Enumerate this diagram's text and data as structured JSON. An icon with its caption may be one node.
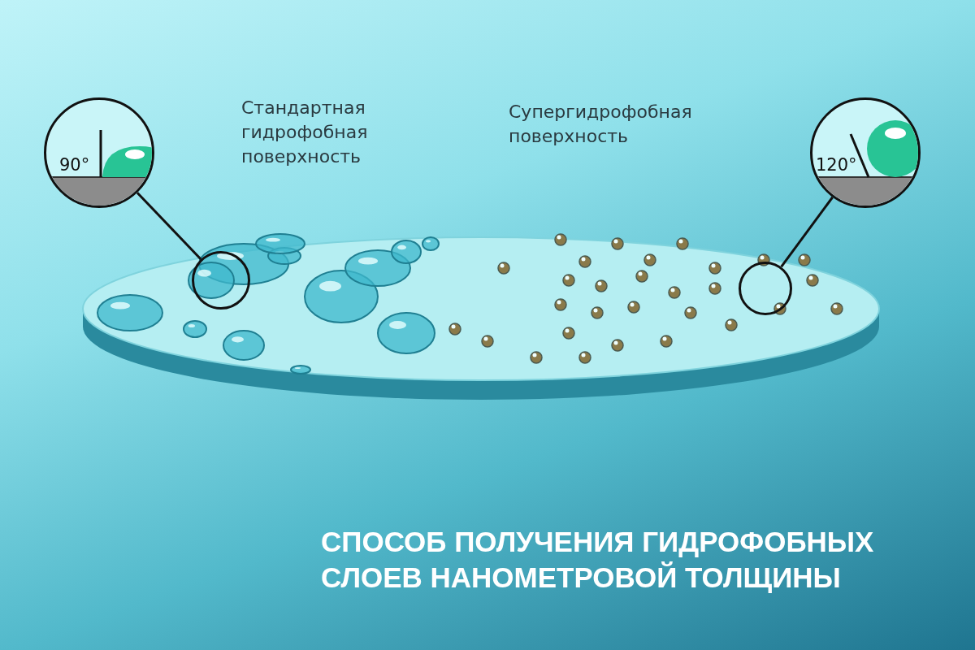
{
  "diagram": {
    "title": "СПОСОБ ПОЛУЧЕНИЯ ГИДРОФОБНЫХ СЛОЕВ НАНОМЕТРОВОЙ ТОЛЩИНЫ",
    "nodes": [
      {
        "text": [
          "90°"
        ]
      },
      {
        "text": [],
        "shape": "circle"
      },
      {
        "text": [
          "120°"
        ]
      },
      {
        "text": [],
        "shape": "circle"
      }
    ],
    "edges": [
      {
        "from": 0,
        "to": 1,
        "arrow": "none"
      },
      {
        "from": 2,
        "to": 3,
        "arrow": "none"
      }
    ],
    "labels": [
      "Стандартная гидрофобная поверхность",
      "Супергидрофобная поверхность"
    ]
  }
}
